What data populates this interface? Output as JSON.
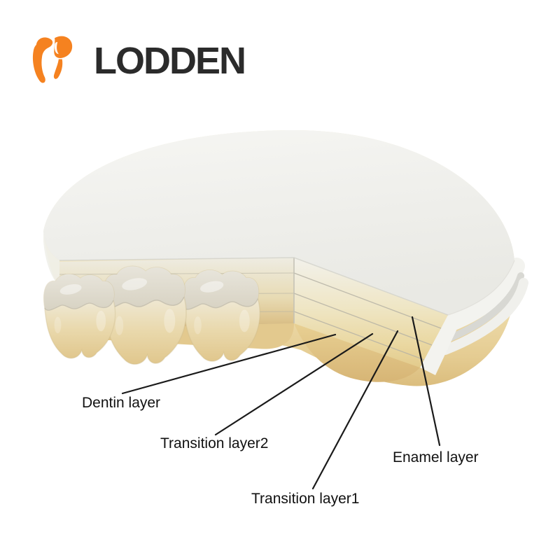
{
  "brand": {
    "wordmark": "LODDEN"
  },
  "colors": {
    "brand_orange": "#F58220",
    "wordmark_gray": "#2B2B2B",
    "label_black": "#111111",
    "line_black": "#1A1A1A",
    "disc_top": "#EFEFEC",
    "disc_body_yellow": "#EBD9A6",
    "cut_face_top": "#F2F1EB",
    "cut_face_bottom": "#E3CB8C"
  },
  "labels": {
    "dentin": {
      "text": "Dentin layer"
    },
    "transition2": {
      "text": "Transition layer2"
    },
    "transition1": {
      "text": "Transition layer1"
    },
    "enamel": {
      "text": "Enamel layer"
    }
  },
  "product": {
    "layers_top_to_bottom": [
      "Enamel layer",
      "Transition layer1",
      "Transition layer2",
      "Dentin layer"
    ]
  }
}
